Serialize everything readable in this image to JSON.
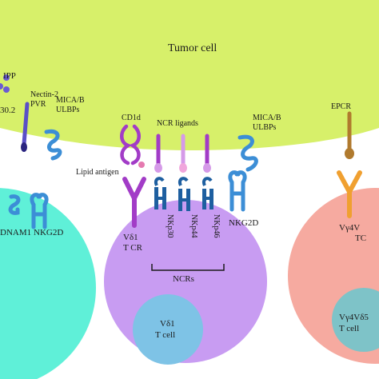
{
  "tumor_cell": {
    "label": "Tumor cell",
    "color": "#d7f06a"
  },
  "ligands": {
    "ipp": "IPP",
    "btn": "30.2",
    "nectin_line1": "Nectin-2",
    "nectin_line2": "PVR",
    "mica_left_line1": "MICA/B",
    "mica_left_line2": "ULBPs",
    "cd1d": "CD1d",
    "ncr_ligands": "NCR ligands",
    "mica_right_line1": "MICA/B",
    "mica_right_line2": "ULBPs",
    "epcr": "EPCR",
    "lipid_antigen": "Lipid antigen"
  },
  "receptors": {
    "dnam1": "DNAM1",
    "nkg2d_left": "NKG2D",
    "vd1_tcr_line1": "Vδ1",
    "vd1_tcr_line2": "T CR",
    "nkp30": "NKp30",
    "nkp44": "NKp44",
    "nkp46": "NKp46",
    "ncrs": "NCRs",
    "nkg2d_right": "NKG2D",
    "vg4_tcr_line1": "Vγ4V",
    "vg4_tcr_line2": "TC"
  },
  "cells": {
    "left_color": "#5ff0d8",
    "vd1": {
      "line1": "Vδ1",
      "line2": "T cell",
      "color": "#c89cf2",
      "nucleus_color": "#7ec3e6"
    },
    "vg4": {
      "line1": "Vγ4Vδ5",
      "line2": "T cell",
      "color": "#f6aaa0",
      "nucleus_color": "#7ec3c8"
    }
  },
  "colors": {
    "purple": "#a23cc7",
    "light_purple": "#d59ae8",
    "blue": "#3c8ed6",
    "dark_blue": "#1e5fa0",
    "teal": "#2fa7a0",
    "orange": "#f0a030",
    "brown": "#b07a2e"
  }
}
